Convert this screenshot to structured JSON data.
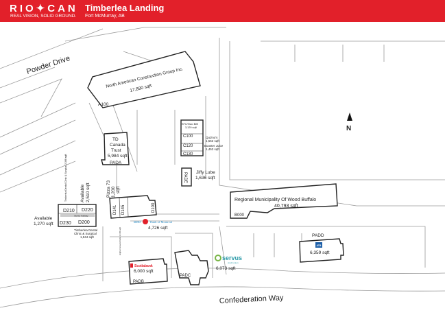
{
  "header": {
    "logo": "RIO✦CAN",
    "tagline": "REAL VISION, SOLID GROUND.",
    "title": "Timberlea Landing",
    "subtitle": "Fort McMurray, AB",
    "brand_color": "#e2202a"
  },
  "map": {
    "streets": {
      "powder": "Powder Drive",
      "confederation": "Confederation Way"
    },
    "north": "N",
    "units": {
      "nac_name": "North American Construction Group Inc.",
      "nac_sqft": "17,880 sqft",
      "a100": "A100",
      "td1": "TD",
      "td2": "Canada",
      "td3": "Trust",
      "td_sqft": "5,984 sqft",
      "pada": "PADA",
      "kfc": "KFC/Taco Bell",
      "kfc_sqft": "3,129 sqft",
      "c100": "C100",
      "c120": "C120",
      "c130": "C130",
      "quiznos": "Quizno's",
      "quiznos_sqft": "1,552 sqft",
      "booster": "Booster Juice",
      "booster_sqft": "1,453 sqft",
      "jiffy": "Jiffy Lube",
      "jiffy_sqft": "1,636 sqft",
      "pade": "PADE",
      "rmwb": "Regional Municipality Of Wood Buffalo",
      "rmwb_sqft": "40,793 sqft",
      "b000": "B000",
      "pizza73": "Pizza 73",
      "pizza_sqft": "1,200",
      "pizza_unit": "sqft",
      "avail1": "Available",
      "avail1_sqft": "2,510 sqft",
      "tdc_small": "Timberlea Dental Clinic & Surgical 2,386 sqft",
      "d210": "D210",
      "d220": "D220",
      "d230": "D230",
      "d200": "D200",
      "hallway": "Interior Hallway",
      "avail2": "Available",
      "avail2_sqft": "1,270 sqft",
      "tdc": "Timberlea Dental",
      "tdc2": "Clinic & Surgical",
      "tdc_sqft": "1,944 sqft",
      "d141": "D141",
      "d145": "D145",
      "d100": "D100",
      "higher": "Higher Ground Cafe 1,156 sqft",
      "bmo": "BMO",
      "bmo_full": "Bank of Montreal",
      "bmo_sqft": "4,726 sqft",
      "scotia": "Scotiabank",
      "scotia_sqft": "6,000 sqft",
      "padb": "PADB",
      "padc": "PADC",
      "servus": "servus",
      "servus_sub": "credit union",
      "servus_sqft": "6,073 sqft",
      "padd": "PADD",
      "atb": "ATB",
      "atb_sqft": "6,359 sqft"
    }
  }
}
